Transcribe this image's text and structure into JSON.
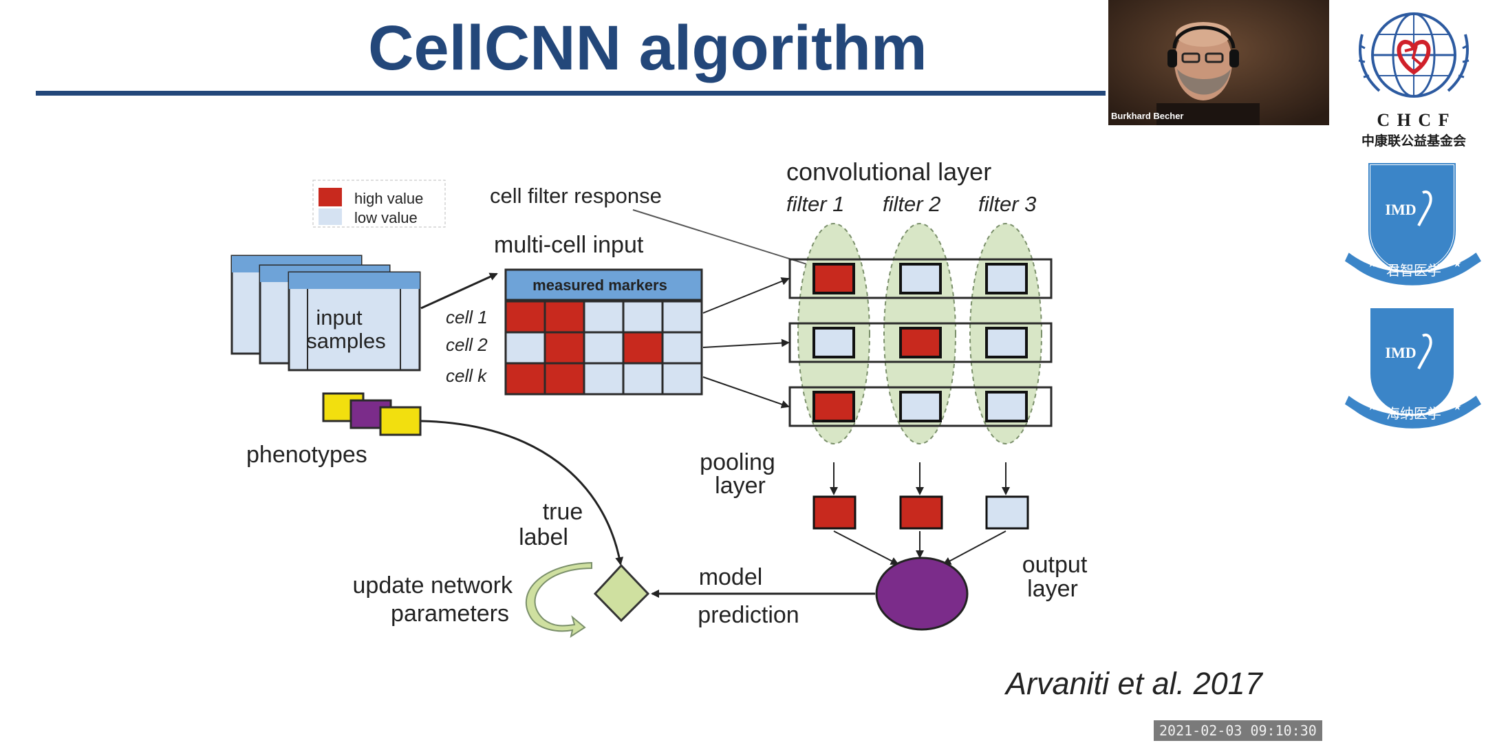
{
  "slide": {
    "title": "CellCNN algorithm",
    "citation": "Arvaniti et al. 2017",
    "timestamp": "2021-02-03  09:10:30"
  },
  "diagram": {
    "legend": {
      "high": "high value",
      "low": "low value"
    },
    "cell_filter_response": "cell filter response",
    "multi_cell_input": "multi-cell input",
    "measured_markers": "measured markers",
    "input_samples": [
      "input",
      "samples"
    ],
    "cell_rows": [
      "cell 1",
      "cell 2",
      "cell k"
    ],
    "phenotypes": "phenotypes",
    "convolutional_layer": "convolutional layer",
    "filters": [
      "filter 1",
      "filter 2",
      "filter 3"
    ],
    "pooling_layer": [
      "pooling",
      "layer"
    ],
    "true_label": [
      "true",
      "label"
    ],
    "update_network": [
      "update network",
      "parameters"
    ],
    "model_prediction": [
      "model",
      "prediction"
    ],
    "output_layer": [
      "output",
      "layer"
    ],
    "colors": {
      "high": "#c8291e",
      "low": "#d5e2f2",
      "purple": "#7b2c8a",
      "yellow": "#f2df0f",
      "green_ellipse": "#d8e6c6",
      "diamond": "#cfe0a0"
    }
  },
  "webcam": {
    "name": "Burkhard Becher"
  },
  "logos": {
    "chcf": {
      "latin": "C H C F",
      "chinese": "中康联公益基金会"
    },
    "imd1": {
      "mark": "IMD",
      "ribbon": "君智医学"
    },
    "imd2": {
      "mark": "IMD",
      "ribbon": "海纳医学"
    }
  }
}
